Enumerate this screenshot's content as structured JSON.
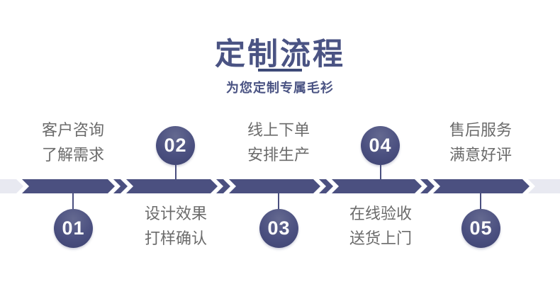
{
  "header": {
    "title": "定制流程",
    "subtitle": "为您定制专属毛衫"
  },
  "colors": {
    "accent_navy": "#4b5080",
    "divider_navy": "#3e4a78",
    "band_light": "#e8e9f1",
    "title_navy": "#4a5383",
    "label_gray": "#6b6b6b",
    "circle_text": "#ffffff"
  },
  "steps": [
    {
      "number": "01",
      "lines": [
        "客户咨询",
        "了解需求"
      ],
      "label_position": "top",
      "circle_position": "bottom"
    },
    {
      "number": "02",
      "lines": [
        "设计效果",
        "打样确认"
      ],
      "label_position": "bottom",
      "circle_position": "top"
    },
    {
      "number": "03",
      "lines": [
        "线上下单",
        "安排生产"
      ],
      "label_position": "top",
      "circle_position": "bottom"
    },
    {
      "number": "04",
      "lines": [
        "在线验收",
        "送货上门"
      ],
      "label_position": "bottom",
      "circle_position": "top"
    },
    {
      "number": "05",
      "lines": [
        "售后服务",
        "满意好评"
      ],
      "label_position": "top",
      "circle_position": "bottom"
    }
  ]
}
